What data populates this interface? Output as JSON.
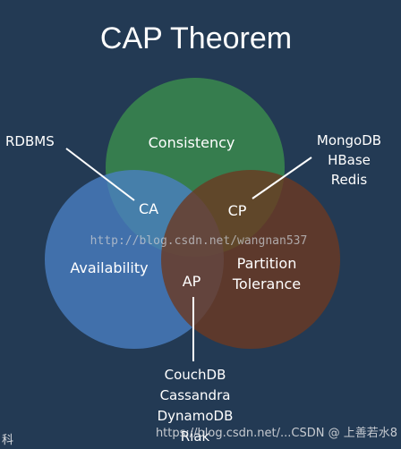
{
  "title": "CAP Theorem",
  "circles": {
    "consistency": {
      "label": "Consistency",
      "color": "#3a8a4e"
    },
    "availability": {
      "label": "Availability",
      "color": "#4a80c4"
    },
    "partition": {
      "label_line1": "Partition",
      "label_line2": "Tolerance",
      "color": "#6b3a22"
    }
  },
  "regions": {
    "ca": "CA",
    "cp": "CP",
    "ap": "AP"
  },
  "callouts": {
    "ca": [
      "RDBMS"
    ],
    "cp": [
      "MongoDB",
      "HBase",
      "Redis"
    ],
    "ap": [
      "CouchDB",
      "Cassandra",
      "DynamoDB",
      "Riak"
    ]
  },
  "watermark": "http://blog.csdn.net/wangnan537",
  "footer": {
    "left": "科",
    "right": "https://blog.csdn.net/...CSDN @ 上善若水8"
  }
}
